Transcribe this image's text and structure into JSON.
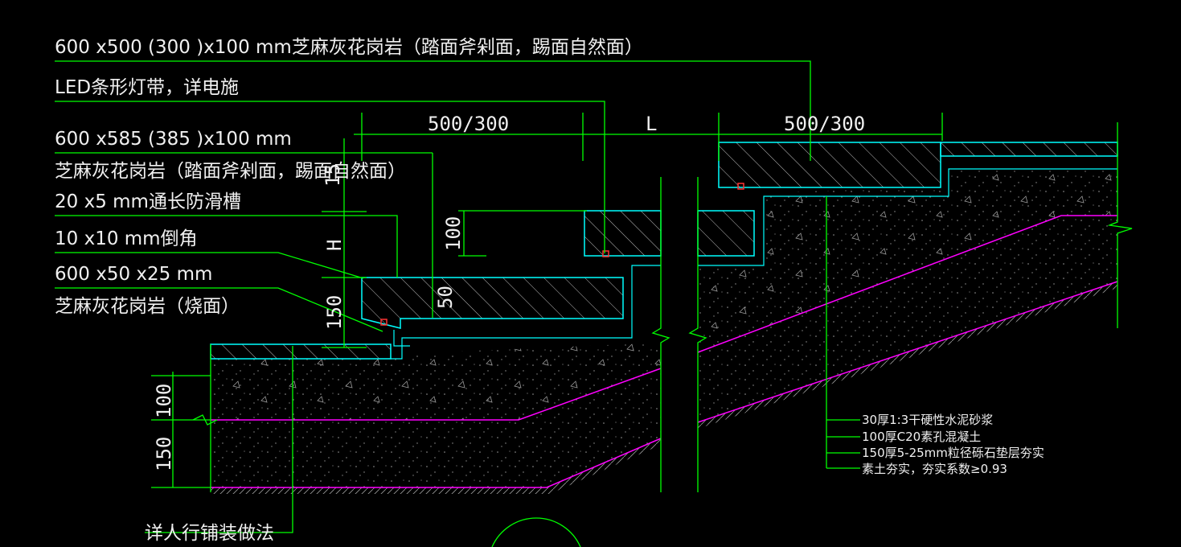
{
  "colors": {
    "background": "#000000",
    "leader_line": "#00ff00",
    "stone_outline": "#00ffff",
    "hatch": "#c8c8c8",
    "magenta_layer": "#ff00ff",
    "text": "#f0f0f0",
    "marker_red": "#ff3333"
  },
  "labels": {
    "granite_tread": "600 x500 (300 )x100 mm芝麻灰花岗岩（踏面斧剁面，踢面自然面）",
    "led_strip": "LED条形灯带，详电施",
    "granite_riser_size": "600 x585 (385 )x100 mm",
    "granite_riser_desc": "芝麻灰花岗岩（踏面斧剁面，踢面自然面）",
    "anti_slip_groove": "20 x5 mm通长防滑槽",
    "chamfer": "10 x10 mm倒角",
    "granite_base_size": "600 x50 x25 mm",
    "granite_base_desc": "芝麻灰花岗岩（烧面）",
    "pavement_ref": "详人行铺装做法"
  },
  "dimensions": {
    "tread_left": "500/300",
    "gap": "L",
    "tread_right": "500/300",
    "rise_top": "15",
    "rise_h": "H",
    "rise_bottom": "150",
    "stone_height": "100",
    "base_50": "50",
    "layer_100": "100",
    "layer_150": "150"
  },
  "layers": [
    "30厚1:3干硬性水泥砂浆",
    "100厚C20素孔混凝土",
    "150厚5-25mm粒径砾石垫层夯实",
    "素土夯实，夯实系数≥0.93"
  ]
}
